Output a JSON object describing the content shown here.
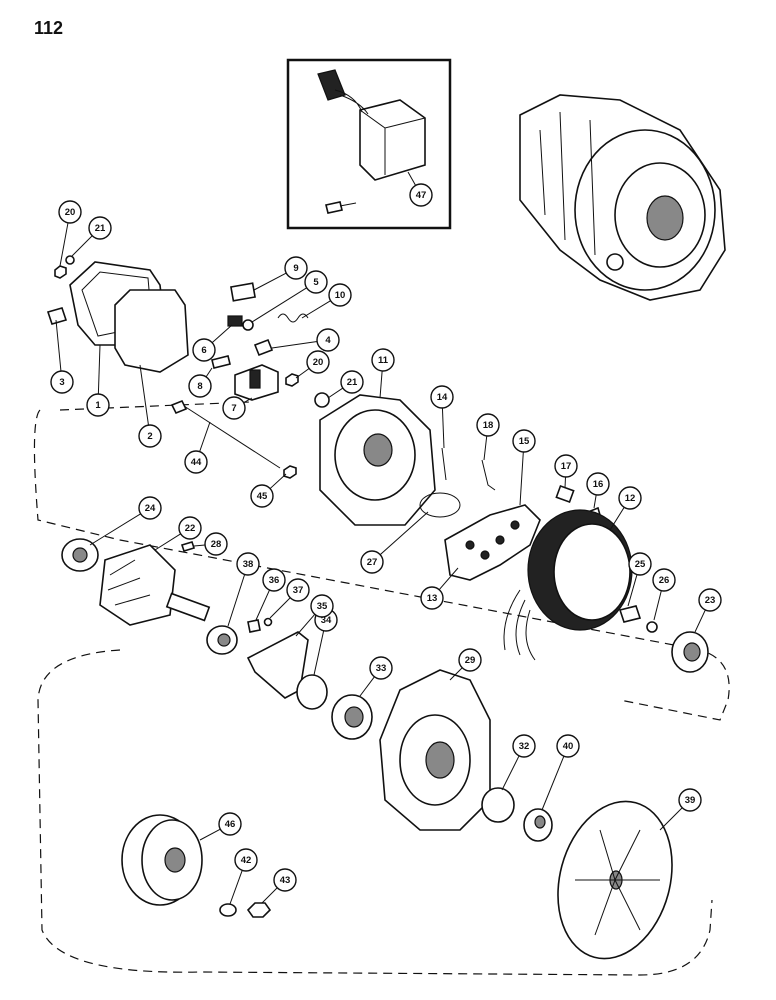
{
  "page": {
    "number": "112"
  },
  "callouts": [
    {
      "id": "1",
      "label": "1"
    },
    {
      "id": "2",
      "label": "2"
    },
    {
      "id": "3",
      "label": "3"
    },
    {
      "id": "4",
      "label": "4"
    },
    {
      "id": "5",
      "label": "5"
    },
    {
      "id": "6",
      "label": "6"
    },
    {
      "id": "7",
      "label": "7"
    },
    {
      "id": "8",
      "label": "8"
    },
    {
      "id": "9",
      "label": "9"
    },
    {
      "id": "10",
      "label": "10"
    },
    {
      "id": "11",
      "label": "11"
    },
    {
      "id": "12",
      "label": "12"
    },
    {
      "id": "13",
      "label": "13"
    },
    {
      "id": "14",
      "label": "14"
    },
    {
      "id": "15",
      "label": "15"
    },
    {
      "id": "16",
      "label": "16"
    },
    {
      "id": "17",
      "label": "17"
    },
    {
      "id": "18",
      "label": "18"
    },
    {
      "id": "20a",
      "label": "20"
    },
    {
      "id": "20b",
      "label": "20"
    },
    {
      "id": "21a",
      "label": "21"
    },
    {
      "id": "21b",
      "label": "21"
    },
    {
      "id": "22",
      "label": "22"
    },
    {
      "id": "23",
      "label": "23"
    },
    {
      "id": "24",
      "label": "24"
    },
    {
      "id": "25",
      "label": "25"
    },
    {
      "id": "26",
      "label": "26"
    },
    {
      "id": "27",
      "label": "27"
    },
    {
      "id": "28",
      "label": "28"
    },
    {
      "id": "29",
      "label": "29"
    },
    {
      "id": "32",
      "label": "32"
    },
    {
      "id": "33",
      "label": "33"
    },
    {
      "id": "34",
      "label": "34"
    },
    {
      "id": "35",
      "label": "35"
    },
    {
      "id": "36",
      "label": "36"
    },
    {
      "id": "37",
      "label": "37"
    },
    {
      "id": "38",
      "label": "38"
    },
    {
      "id": "39",
      "label": "39"
    },
    {
      "id": "40",
      "label": "40"
    },
    {
      "id": "42",
      "label": "42"
    },
    {
      "id": "43",
      "label": "43"
    },
    {
      "id": "44",
      "label": "44"
    },
    {
      "id": "45",
      "label": "45"
    },
    {
      "id": "46",
      "label": "46"
    },
    {
      "id": "47",
      "label": "47"
    }
  ]
}
